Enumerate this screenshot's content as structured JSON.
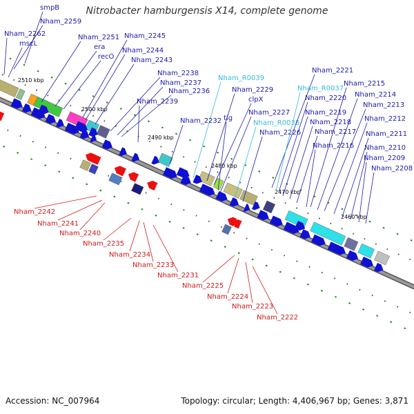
{
  "title": "Nitrobacter hamburgensis X14, complete genome",
  "footer": {
    "accession": "Accession: NC_007964",
    "summary": "Topology: circular; Length: 4,406,967 bp; Genes: 3,871"
  },
  "colors": {
    "forward_label": "#1a1aa8",
    "reverse_label": "#d01818",
    "rna_label": "#33bbdd",
    "cds_forward": "#1010d0",
    "cds_reverse": "#ee1010",
    "backbone": "#7a7a7a",
    "tick": "#1a8a1a"
  },
  "kbp_markers": [
    "2510 kbp",
    "2500 kbp",
    "2490 kbp",
    "2480 kbp",
    "2470 kbp",
    "2460 kbp"
  ],
  "forward_labels": [
    "smpB",
    "Nham_2259",
    "Nham_2262",
    "mscL",
    "Nham_2251",
    "era",
    "recO",
    "Nham_2245",
    "Nham_2244",
    "Nham_2243",
    "Nham_2238",
    "Nham_2237",
    "Nham_2236",
    "Nham_2239",
    "Nham_R0039",
    "Nham_2229",
    "clpX",
    "tig",
    "Nham_2232",
    "Nham_2227",
    "Nham_R0038",
    "Nham_2226",
    "Nham_2221",
    "Nham_R0037",
    "Nham_2220",
    "Nham_2219",
    "Nham_2218",
    "Nham_2217",
    "Nham_2216",
    "Nham_2215",
    "Nham_2214",
    "Nham_2213",
    "Nham_2212",
    "Nham_2211",
    "Nham_2210",
    "Nham_2209",
    "Nham_2208"
  ],
  "reverse_labels": [
    "Nham_2242",
    "Nham_2241",
    "Nham_2240",
    "Nham_2235",
    "Nham_2234",
    "Nham_2233",
    "Nham_2231",
    "Nham_2225",
    "Nham_2224",
    "Nham_2223",
    "Nham_2222"
  ]
}
